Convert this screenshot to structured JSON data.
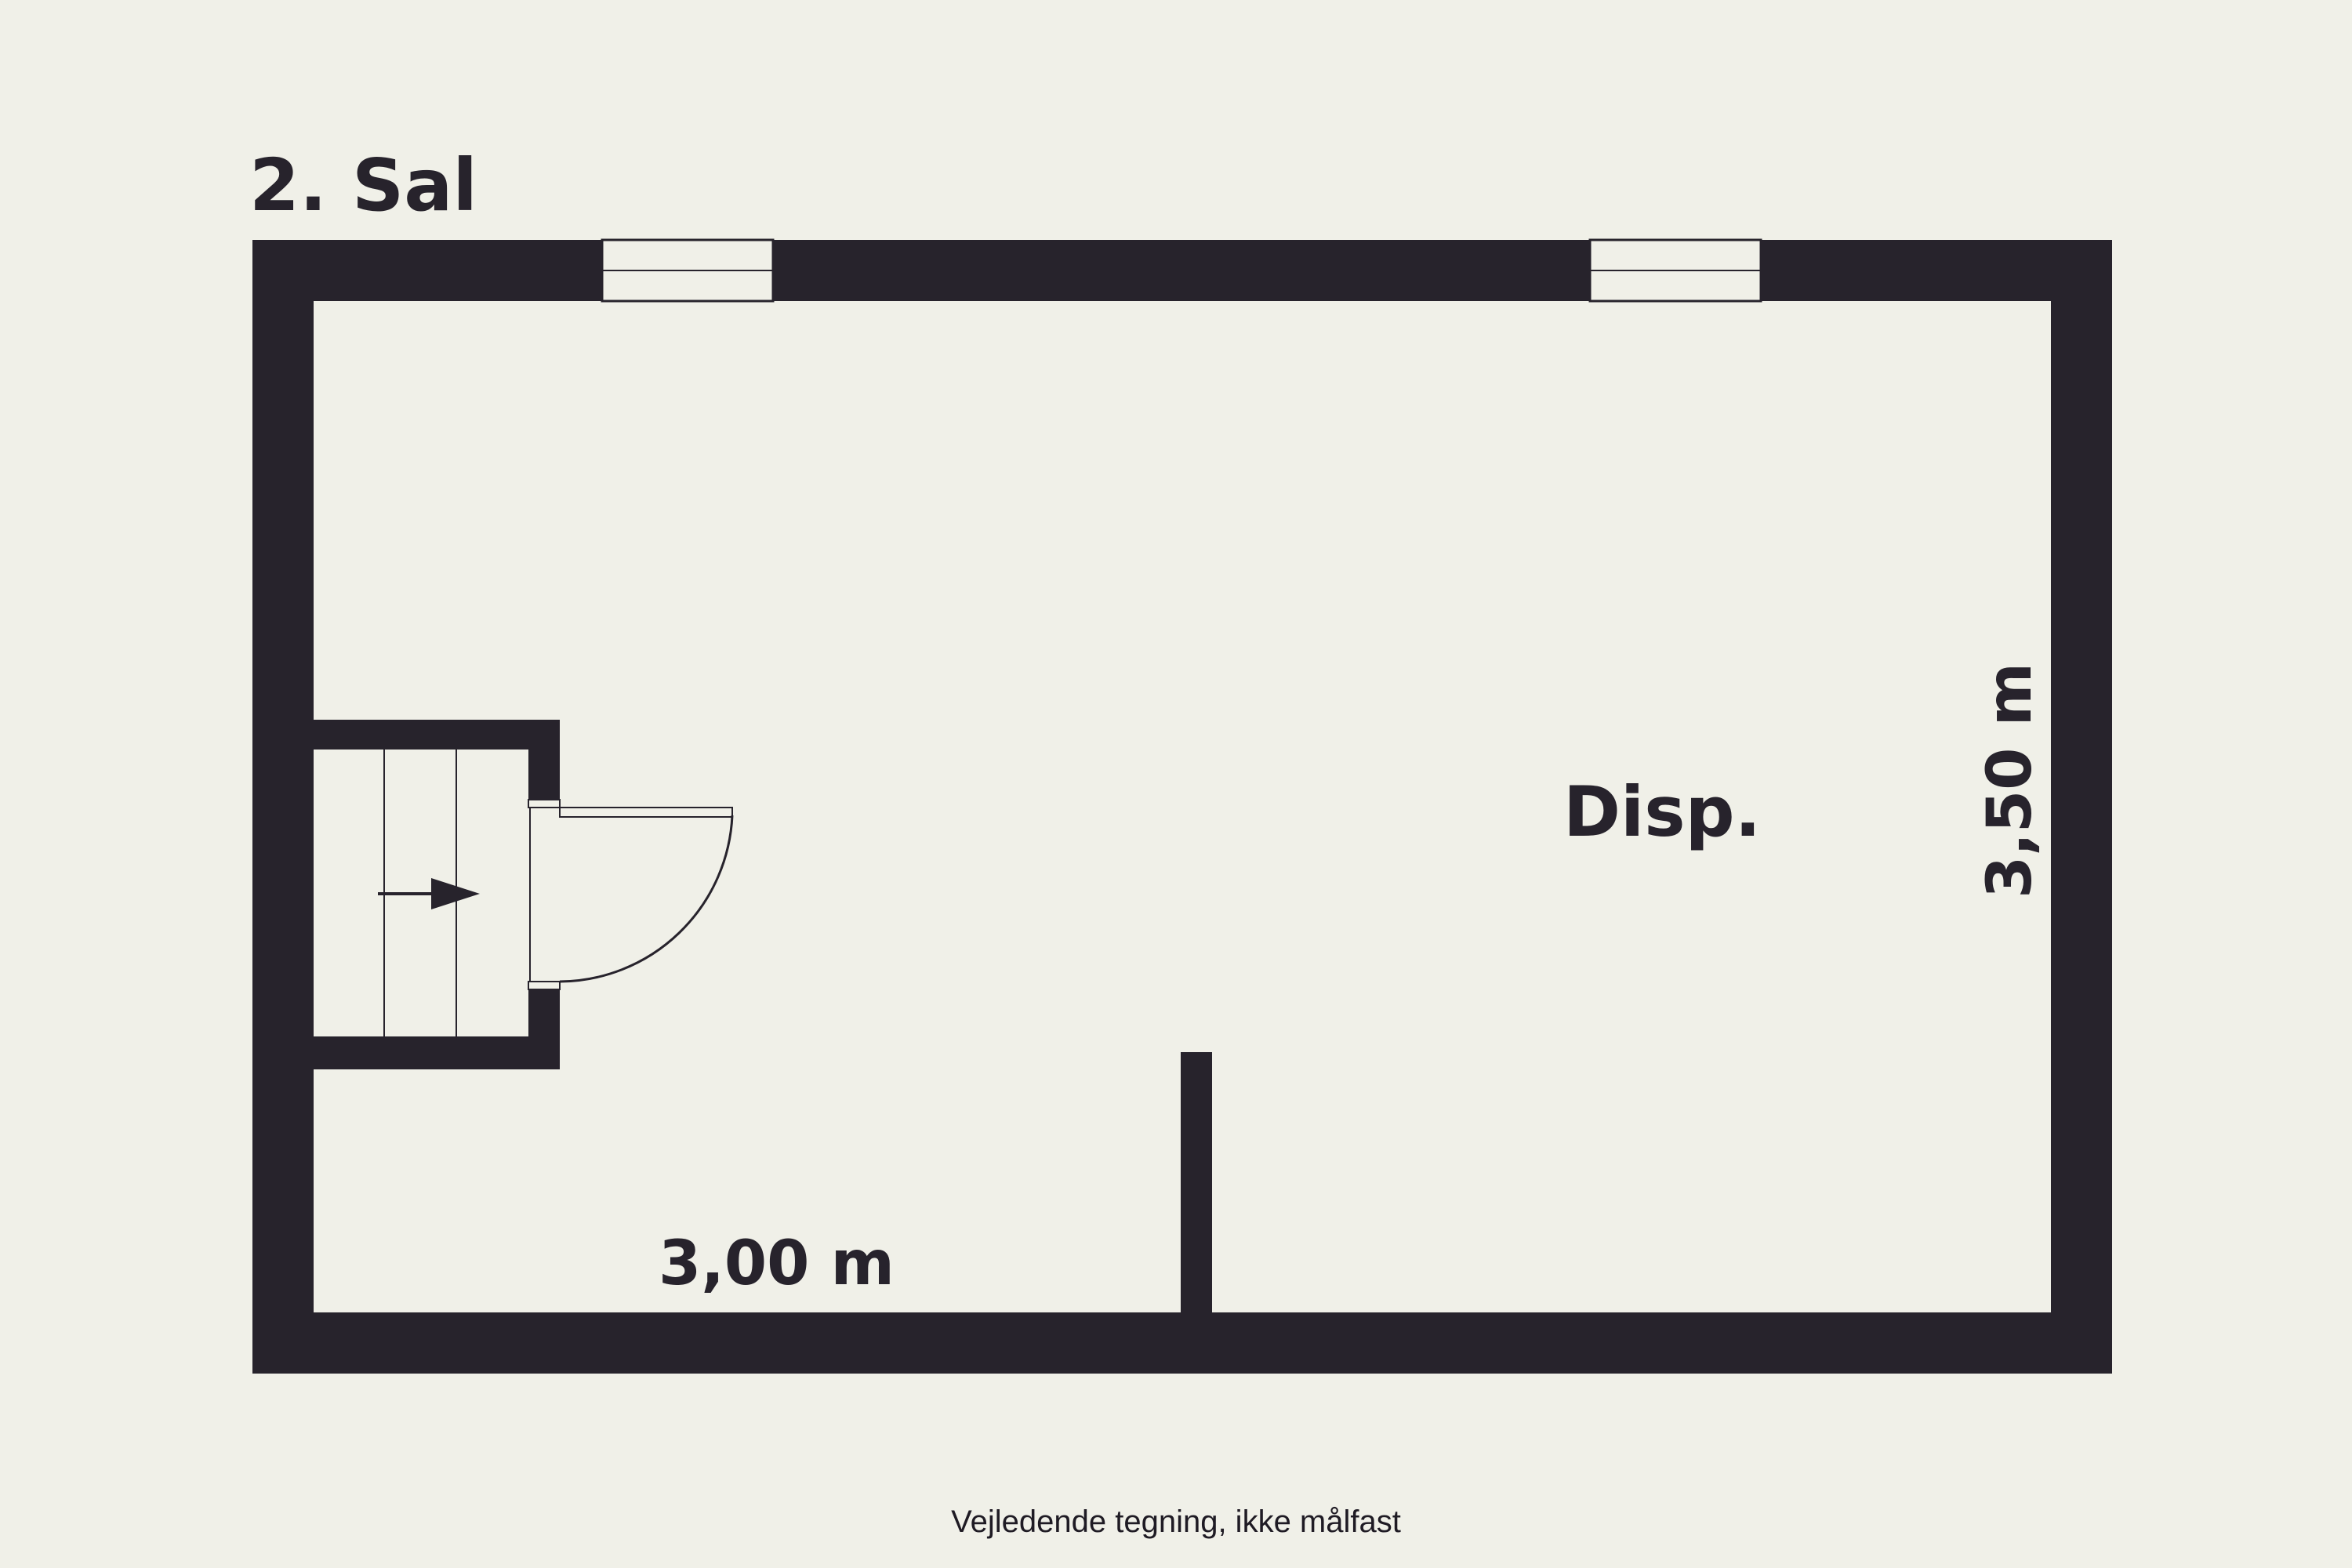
{
  "floor_title": "2. Sal",
  "room_label": "Disp.",
  "dimension_width": "3,00 m",
  "dimension_height": "3,50 m",
  "disclaimer": "Vejledende tegning, ikke målfast",
  "colors": {
    "background": "#f0f0e8",
    "wall": "#27232c",
    "line": "#27232c"
  }
}
